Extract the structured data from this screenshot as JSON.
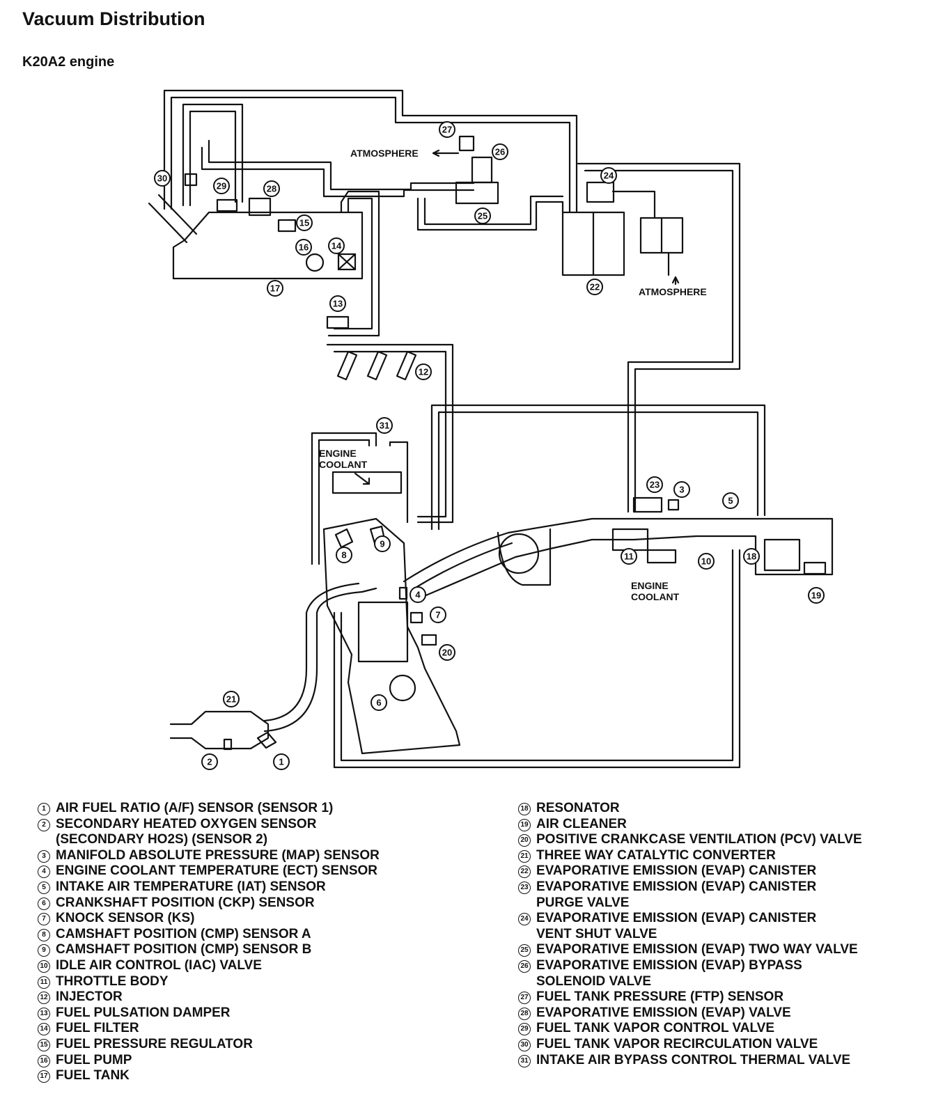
{
  "header": {
    "title": "Vacuum Distribution",
    "subtitle": "K20A2 engine"
  },
  "diagram_labels": {
    "atmosphere_top": "ATMOSPHERE",
    "atmosphere_right": "ATMOSPHERE",
    "engine_coolant_upper": "ENGINE\nCOOLANT",
    "engine_coolant_lower": "ENGINE\nCOOLANT"
  },
  "legend_left": [
    {
      "n": "1",
      "text": "AIR FUEL RATIO (A/F) SENSOR (SENSOR 1)"
    },
    {
      "n": "2",
      "text": "SECONDARY HEATED OXYGEN SENSOR\n(SECONDARY HO2S) (SENSOR 2)"
    },
    {
      "n": "3",
      "text": "MANIFOLD ABSOLUTE PRESSURE (MAP) SENSOR"
    },
    {
      "n": "4",
      "text": "ENGINE COOLANT TEMPERATURE (ECT) SENSOR"
    },
    {
      "n": "5",
      "text": "INTAKE AIR TEMPERATURE (IAT) SENSOR"
    },
    {
      "n": "6",
      "text": "CRANKSHAFT POSITION (CKP) SENSOR"
    },
    {
      "n": "7",
      "text": "KNOCK SENSOR (KS)"
    },
    {
      "n": "8",
      "text": "CAMSHAFT POSITION (CMP) SENSOR A"
    },
    {
      "n": "9",
      "text": "CAMSHAFT POSITION (CMP) SENSOR B"
    },
    {
      "n": "10",
      "text": "IDLE AIR CONTROL (IAC) VALVE"
    },
    {
      "n": "11",
      "text": "THROTTLE BODY"
    },
    {
      "n": "12",
      "text": "INJECTOR"
    },
    {
      "n": "13",
      "text": "FUEL PULSATION DAMPER"
    },
    {
      "n": "14",
      "text": "FUEL FILTER"
    },
    {
      "n": "15",
      "text": "FUEL PRESSURE REGULATOR"
    },
    {
      "n": "16",
      "text": "FUEL PUMP"
    },
    {
      "n": "17",
      "text": "FUEL TANK"
    }
  ],
  "legend_right": [
    {
      "n": "18",
      "text": "RESONATOR"
    },
    {
      "n": "19",
      "text": "AIR CLEANER"
    },
    {
      "n": "20",
      "text": "POSITIVE CRANKCASE VENTILATION (PCV) VALVE"
    },
    {
      "n": "21",
      "text": "THREE WAY CATALYTIC CONVERTER"
    },
    {
      "n": "22",
      "text": "EVAPORATIVE EMISSION (EVAP) CANISTER"
    },
    {
      "n": "23",
      "text": "EVAPORATIVE EMISSION (EVAP) CANISTER\nPURGE VALVE"
    },
    {
      "n": "24",
      "text": "EVAPORATIVE EMISSION (EVAP) CANISTER\nVENT SHUT VALVE"
    },
    {
      "n": "25",
      "text": "EVAPORATIVE EMISSION (EVAP) TWO WAY VALVE"
    },
    {
      "n": "26",
      "text": "EVAPORATIVE EMISSION (EVAP) BYPASS\nSOLENOID VALVE"
    },
    {
      "n": "27",
      "text": "FUEL TANK PRESSURE (FTP) SENSOR"
    },
    {
      "n": "28",
      "text": "EVAPORATIVE EMISSION (EVAP) VALVE"
    },
    {
      "n": "29",
      "text": "FUEL TANK VAPOR CONTROL VALVE"
    },
    {
      "n": "30",
      "text": "FUEL TANK VAPOR RECIRCULATION VALVE"
    },
    {
      "n": "31",
      "text": "INTAKE AIR BYPASS CONTROL THERMAL VALVE"
    }
  ]
}
